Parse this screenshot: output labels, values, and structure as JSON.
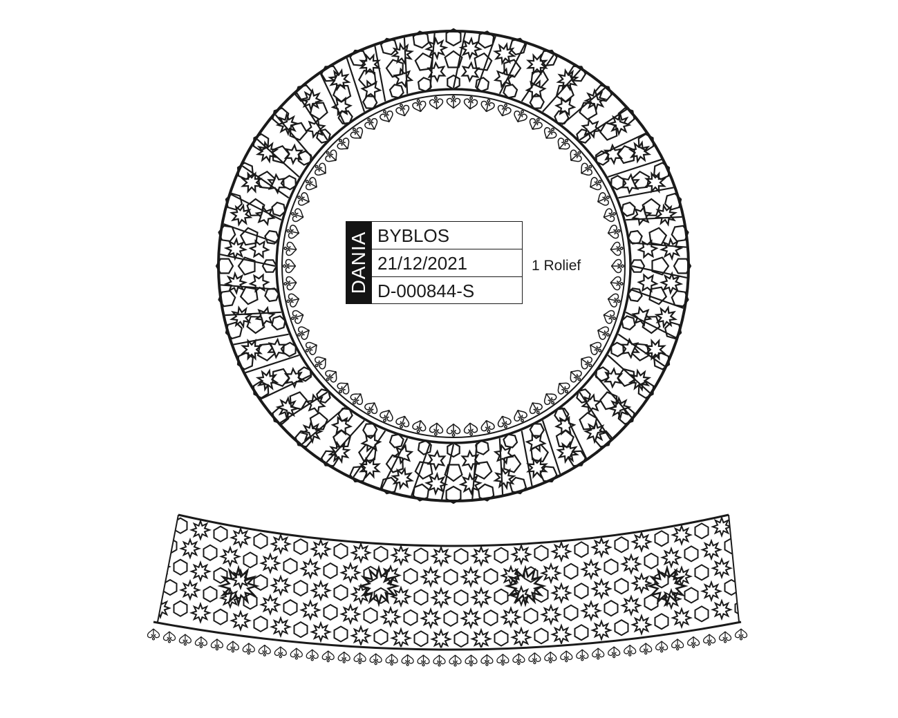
{
  "label": {
    "brand": "DANIA",
    "rows": [
      "BYBLOS",
      "21/12/2021",
      "D-000844-S"
    ]
  },
  "note": "1 Rolief",
  "colors": {
    "ink": "#1a1a1a",
    "background": "#ffffff"
  },
  "decor": {
    "plate_pattern": "islamic-star-lattice",
    "border_motif": "heart-scroll",
    "band_pattern": "islamic-star-lattice"
  }
}
